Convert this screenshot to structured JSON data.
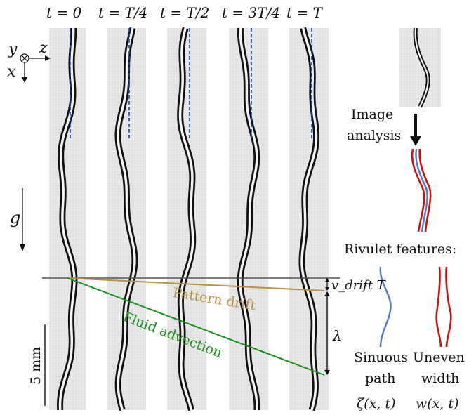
{
  "headers": [
    "t = 0",
    "t = T/4",
    "t = T/2",
    "t = 3T/4",
    "t = T"
  ],
  "axes": {
    "y": "y",
    "z": "z",
    "x": "x",
    "gravity": "g"
  },
  "annotations": {
    "pattern_drift": "Pattern drift",
    "fluid_advection": "Fluid advection",
    "v_drift_T": "v_drift T",
    "lambda": "λ",
    "scale_bar": "5 mm"
  },
  "right_panel": {
    "image_analysis_1": "Image",
    "image_analysis_2": "analysis",
    "rivulet_features": "Rivulet features:",
    "sinuous_1": "Sinuous",
    "sinuous_2": "path",
    "sinuous_sym": "ζ(x, t)",
    "uneven_1": "Uneven",
    "uneven_2": "width",
    "uneven_sym": "w(x, t)"
  },
  "colors": {
    "pattern_drift": "#b8904a",
    "fluid_advection": "#1a8f1a",
    "dashed_reference": "#1a3fd0",
    "sinuous": "#5577c8",
    "uneven": "#cc1111"
  }
}
